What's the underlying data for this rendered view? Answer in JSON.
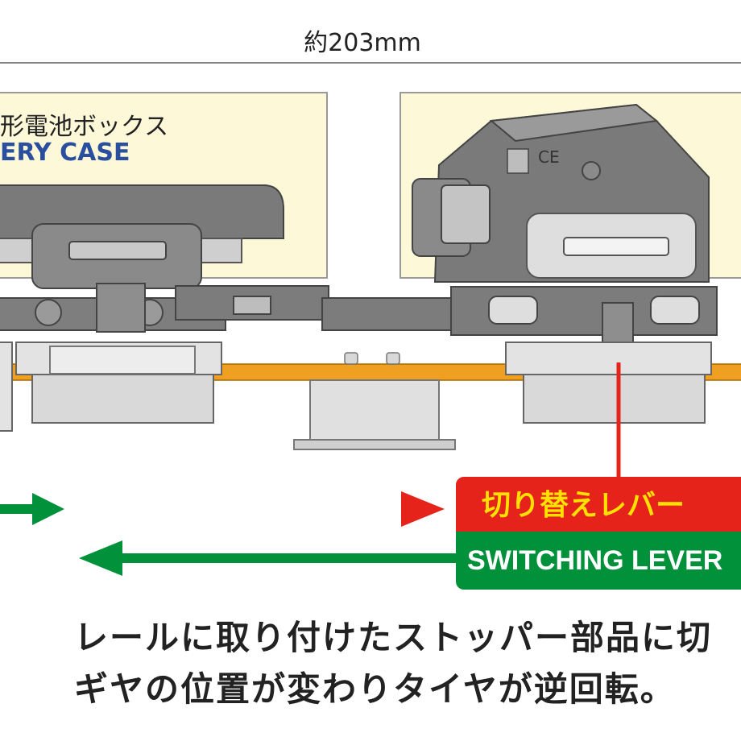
{
  "dimension": {
    "label": "約203mm"
  },
  "battery_case": {
    "label_jp": "形電池ボックス",
    "label_en": "ERY CASE"
  },
  "switching_lever": {
    "label_jp": "切り替えレバー",
    "label_en": "SWITCHING LEVER"
  },
  "description": {
    "line1": "レールに取り付けたストッパー部品に切",
    "line2": "ギヤの位置が変わりタイヤが逆回転。"
  },
  "colors": {
    "rail": "#f0a020",
    "case_fill": "#fdf8d8",
    "chassis": "#6e6e6e",
    "arrow_red": "#e5231b",
    "arrow_green": "#00913a",
    "case_label_en": "#2a4f9e",
    "lever_text_jp": "#ffe100"
  }
}
